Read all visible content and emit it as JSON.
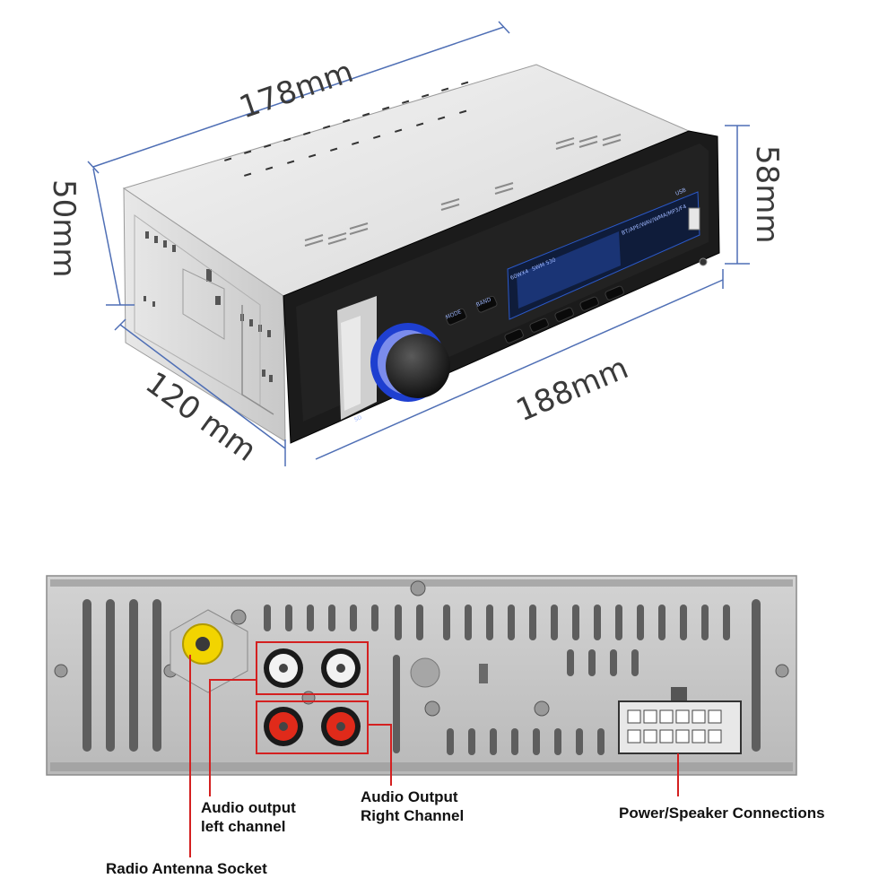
{
  "dimensions": {
    "width_top": "178mm",
    "height_left": "50mm",
    "height_right": "58mm",
    "depth": "120 mm",
    "front_width": "188mm"
  },
  "front_panel": {
    "power_label": "60WX4",
    "model_label": "SWM 530",
    "format_label": "BT/APE/WAV/WMA/MP3/F4",
    "mode_button": "MODE",
    "band_button": "BAND",
    "sd_label": "SD",
    "usb_label": "USB"
  },
  "callouts": {
    "audio_left": [
      "Audio output",
      "left channel"
    ],
    "audio_right": [
      "Audio Output",
      "Right Channel"
    ],
    "power_speaker": "Power/Speaker Connections",
    "antenna": "Radio Antenna Socket"
  },
  "colors": {
    "dimension_line": "#4f6fb5",
    "callout_line": "#d42020",
    "rca_white": "#f2f2f2",
    "rca_red": "#e02a1a",
    "antenna_yellow": "#f2d400",
    "display_blue": "#2b59c9"
  }
}
